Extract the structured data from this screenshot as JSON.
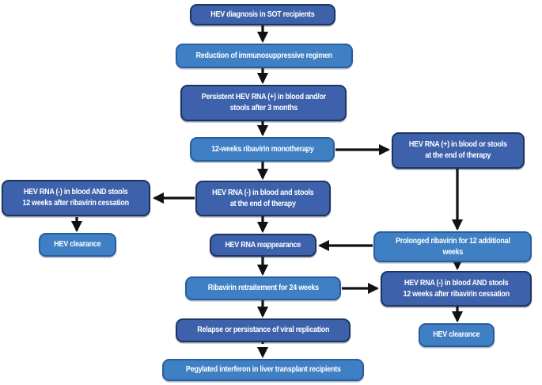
{
  "diagram": {
    "type": "flowchart",
    "colors": {
      "status_fill": "#3d62ab",
      "status_border": "#1e3560",
      "intervention_fill": "#3f80c5",
      "intervention_border": "#2a5d9c",
      "label_text": "#ffffff",
      "arrow": "#111111",
      "background": "#ffffff"
    },
    "nodes": {
      "hev_diagnosis": {
        "label": "HEV diagnosis in SOT recipients",
        "kind": "status"
      },
      "immunosuppression_reduction": {
        "label": "Reduction of immunosuppressive regimen",
        "kind": "intervention"
      },
      "persistent_hev_rna": {
        "label": "Persistent HEV RNA (+) in blood and/or\nstools after 3 months",
        "kind": "status"
      },
      "ribavirin_monotherapy": {
        "label": "12-weeks ribavirin monotherapy",
        "kind": "intervention"
      },
      "rna_positive_end_of_therapy": {
        "label": "HEV RNA (+) in blood or stools\nat the end of therapy",
        "kind": "status"
      },
      "rna_negative_end_of_therapy": {
        "label": "HEV RNA (-) in blood and stools\nat the end of therapy",
        "kind": "status"
      },
      "rna_negative_12w_left": {
        "label": "HEV RNA (-) in blood AND stools\n12 weeks after ribavirin cessation",
        "kind": "status"
      },
      "hev_clearance_left": {
        "label": "HEV clearance",
        "kind": "intervention"
      },
      "prolonged_ribavirin": {
        "label": "Prolonged ribavirin for 12 additional\nweeks",
        "kind": "intervention"
      },
      "rna_reappearance": {
        "label": "HEV RNA reappearance",
        "kind": "status"
      },
      "ribavirin_retreatment": {
        "label": "Ribavirin retraitement for 24 weeks",
        "kind": "intervention"
      },
      "rna_negative_12w_right": {
        "label": "HEV RNA (-) in blood AND stools\n12 weeks after ribavirin cessation",
        "kind": "status"
      },
      "hev_clearance_right": {
        "label": "HEV clearance",
        "kind": "intervention"
      },
      "relapse_persistence": {
        "label": "Relapse or persistance of viral replication",
        "kind": "status"
      },
      "pegylated_interferon": {
        "label": "Pegylated interferon in liver transplant recipients",
        "kind": "intervention"
      }
    },
    "edges": [
      {
        "from": "hev_diagnosis",
        "to": "immunosuppression_reduction",
        "style": "solid"
      },
      {
        "from": "immunosuppression_reduction",
        "to": "persistent_hev_rna",
        "style": "solid"
      },
      {
        "from": "persistent_hev_rna",
        "to": "ribavirin_monotherapy",
        "style": "solid"
      },
      {
        "from": "ribavirin_monotherapy",
        "to": "rna_positive_end_of_therapy",
        "style": "solid"
      },
      {
        "from": "ribavirin_monotherapy",
        "to": "rna_negative_end_of_therapy",
        "style": "solid"
      },
      {
        "from": "rna_negative_end_of_therapy",
        "to": "rna_negative_12w_left",
        "style": "solid"
      },
      {
        "from": "rna_negative_12w_left",
        "to": "hev_clearance_left",
        "style": "solid"
      },
      {
        "from": "rna_positive_end_of_therapy",
        "to": "prolonged_ribavirin",
        "style": "solid"
      },
      {
        "from": "prolonged_ribavirin",
        "to": "rna_reappearance",
        "style": "solid"
      },
      {
        "from": "rna_negative_end_of_therapy",
        "to": "rna_reappearance",
        "style": "solid"
      },
      {
        "from": "rna_reappearance",
        "to": "ribavirin_retreatment",
        "style": "solid"
      },
      {
        "from": "ribavirin_retreatment",
        "to": "rna_negative_12w_right",
        "style": "solid"
      },
      {
        "from": "prolonged_ribavirin",
        "to": "rna_negative_12w_right",
        "style": "solid"
      },
      {
        "from": "rna_negative_12w_right",
        "to": "hev_clearance_right",
        "style": "solid"
      },
      {
        "from": "ribavirin_retreatment",
        "to": "relapse_persistence",
        "style": "solid"
      },
      {
        "from": "relapse_persistence",
        "to": "pegylated_interferon",
        "style": "dashed"
      }
    ]
  }
}
